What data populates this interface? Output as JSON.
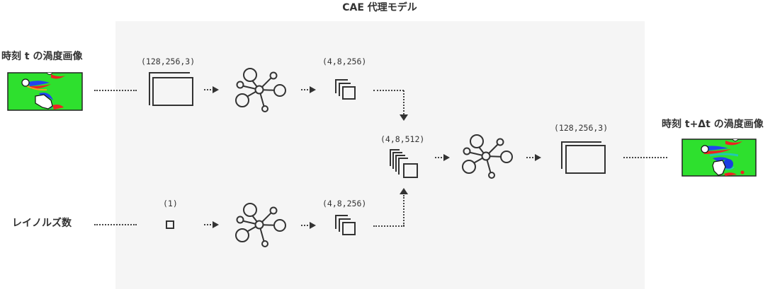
{
  "title": "CAE 代理モデル",
  "inputs": {
    "vorticity_t": {
      "label": "時刻 t の渦度画像",
      "image": "vorticity-field-image"
    },
    "reynolds": {
      "label": "レイノルズ数"
    }
  },
  "output": {
    "label": "時刻 t+Δt の渦度画像",
    "image": "vorticity-field-image"
  },
  "image_branch": {
    "input_shape": "(128,256,3)",
    "encoder_icon": "network-icon",
    "latent_shape": "(4,8,256)"
  },
  "scalar_branch": {
    "input_shape": "(1)",
    "encoder_icon": "network-icon",
    "latent_shape": "(4,8,256)"
  },
  "merge": {
    "concat_shape": "(4,8,512)",
    "decoder_icon": "network-icon",
    "output_shape": "(128,256,3)"
  },
  "colors": {
    "panel_bg": "#f5f5f5",
    "stroke": "#333333",
    "field_green": "#22dd22",
    "field_red": "#e82020",
    "field_blue": "#1a3ee0"
  }
}
